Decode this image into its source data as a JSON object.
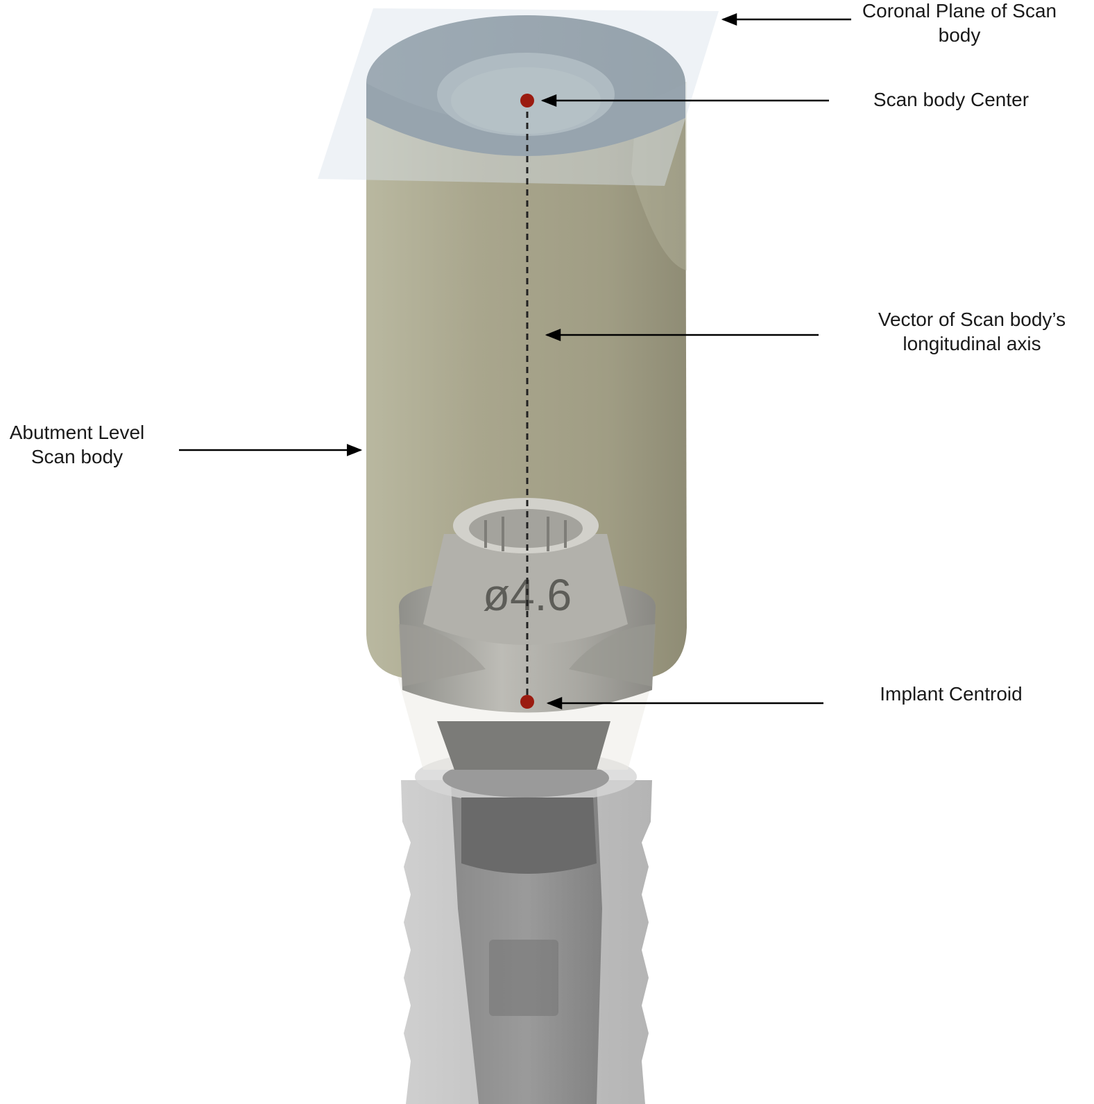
{
  "labels": {
    "coronal_plane": {
      "line1": "Coronal Plane of Scan",
      "line2": "body"
    },
    "scan_body_center": "Scan body Center",
    "vector_axis": {
      "line1": "Vector of  Scan body’s",
      "line2": "longitudinal axis"
    },
    "abutment_scan_body": {
      "line1": "Abutment Level",
      "line2": "Scan  body"
    },
    "implant_centroid": "Implant Centroid"
  },
  "abutment_engraving": "ø4.6",
  "colors": {
    "scan_body": "#a8a58c",
    "scan_body_top": "#6a7b85",
    "coronal_plane": "#dde6ee",
    "abutment": "#a9a8a2",
    "implant": "#bdbdbd",
    "center_point": "#9b1b10",
    "axis_line": "#2a2a2a"
  }
}
